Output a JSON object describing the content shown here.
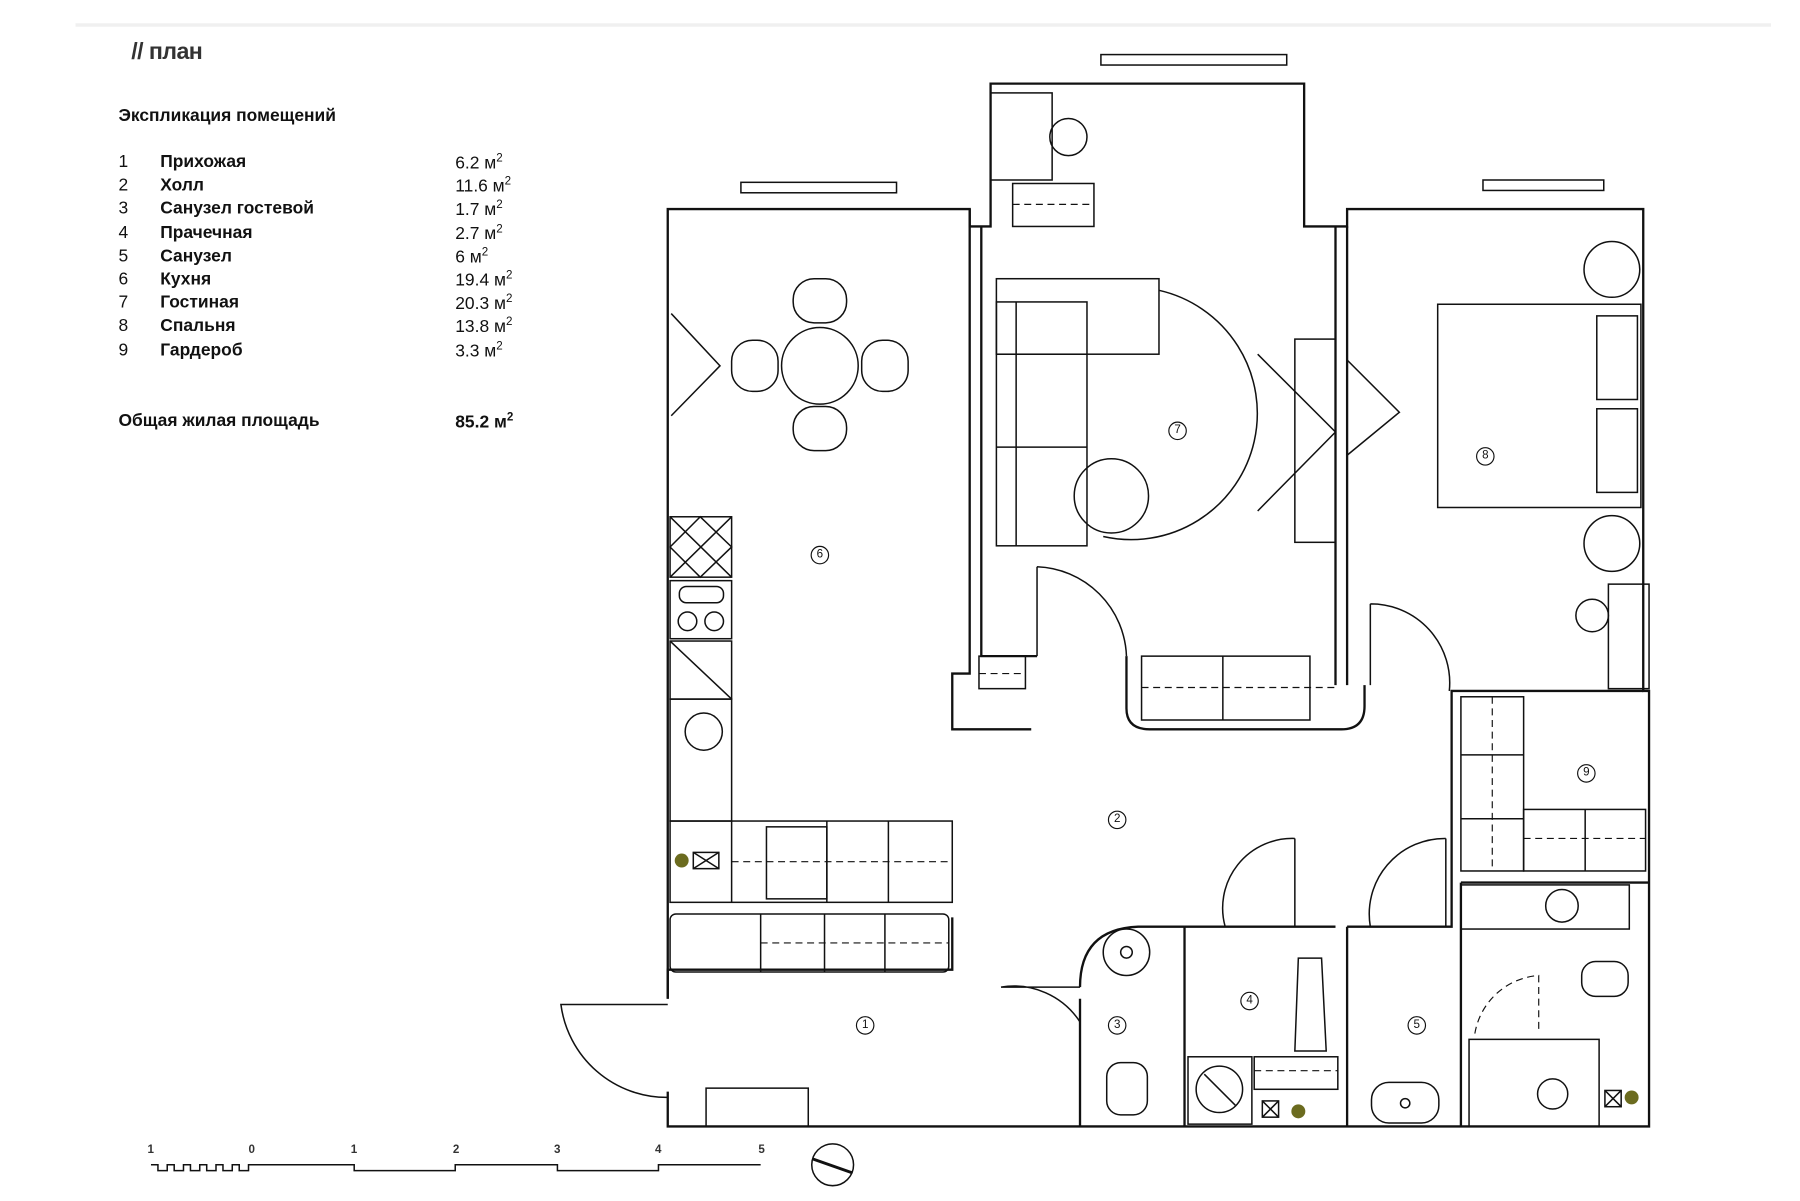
{
  "header": {
    "title": "// план"
  },
  "legend": {
    "heading": "Экспликация помещений",
    "rooms": [
      {
        "num": "1",
        "name": "Прихожая",
        "area": "6.2 м",
        "unit_sup": "2"
      },
      {
        "num": "2",
        "name": "Холл",
        "area": "11.6 м",
        "unit_sup": "2"
      },
      {
        "num": "3",
        "name": "Санузел гостевой",
        "area": "1.7 м",
        "unit_sup": "2"
      },
      {
        "num": "4",
        "name": "Прачечная",
        "area": "2.7 м",
        "unit_sup": "2"
      },
      {
        "num": "5",
        "name": "Санузел",
        "area": "6 м",
        "unit_sup": "2"
      },
      {
        "num": "6",
        "name": "Кухня",
        "area": "19.4 м",
        "unit_sup": "2"
      },
      {
        "num": "7",
        "name": "Гостиная",
        "area": "20.3 м",
        "unit_sup": "2"
      },
      {
        "num": "8",
        "name": "Спальня",
        "area": "13.8 м",
        "unit_sup": "2"
      },
      {
        "num": "9",
        "name": "Гардероб",
        "area": "3.3 м",
        "unit_sup": "2"
      }
    ],
    "total_label": "Общая жилая площадь",
    "total_area": "85.2 м",
    "total_sup": "2"
  },
  "scale_bar": {
    "labels": [
      "1",
      "0",
      "1",
      "2",
      "3",
      "4",
      "5"
    ]
  },
  "plan": {
    "room_markers": [
      "1",
      "2",
      "3",
      "4",
      "5",
      "6",
      "7",
      "8",
      "9"
    ]
  },
  "colors": {
    "accent_olive": "#6b6b1f",
    "line": "#111111"
  }
}
